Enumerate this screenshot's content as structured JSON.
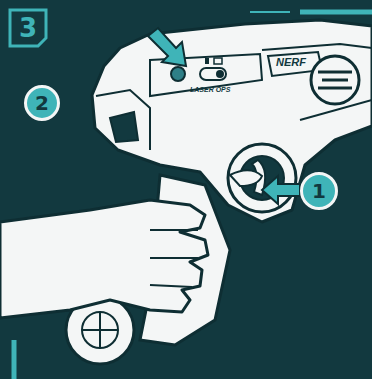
{
  "diagram": {
    "nodes": [
      {
        "text": [
          "3"
        ]
      },
      {
        "text": [
          "2"
        ]
      },
      {
        "text": [
          "1"
        ]
      }
    ],
    "labels": [
      "NERF",
      "LASER OPS"
    ]
  }
}
